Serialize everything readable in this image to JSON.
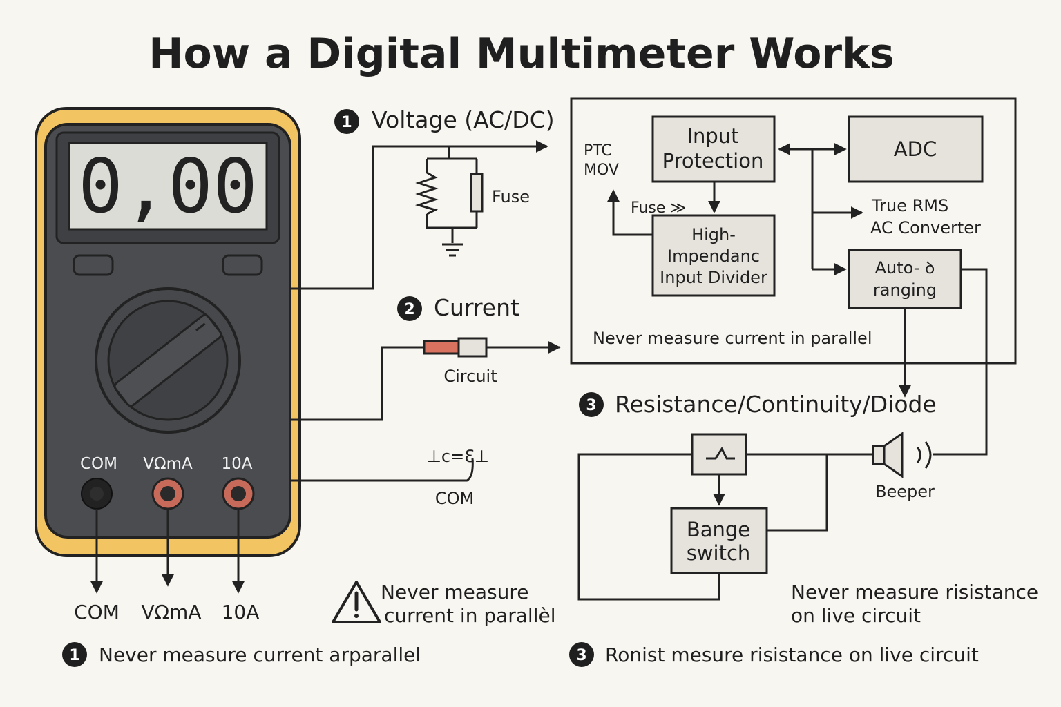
{
  "title": "How a Digital Multimeter Works",
  "colors": {
    "background": "#f8f6f0",
    "meter_holster": "#f2c462",
    "meter_body": "#4a4c4f",
    "lcd": "#dcdcd6",
    "probe_jack_red": "#c86a5a",
    "shunt_red": "#d9735f",
    "block_fill": "#e6e3dc"
  },
  "meter": {
    "display": "0,00",
    "jacks": [
      "COM",
      "VΩmA",
      "10A"
    ],
    "leads": [
      "COM",
      "VΩmA",
      "10A"
    ]
  },
  "sections": {
    "voltage": {
      "number": "1",
      "label": "Voltage (AC/DC)"
    },
    "current": {
      "number": "2",
      "label": "Current"
    },
    "resistance": {
      "number": "3",
      "label": "Resistance/Continuity/Diode"
    }
  },
  "labels": {
    "fuse": "Fuse",
    "circuit": "Circuit",
    "com": "COM",
    "com_symbol": "⊥c=ℇ⊥",
    "ptc": "PTC",
    "mov": "MOV",
    "fuse_arrow": "Fuse ≫",
    "beeper": "Beeper"
  },
  "blocks": {
    "input_protection": [
      "Input",
      "Protection"
    ],
    "adc": "ADC",
    "true_rms": [
      "True RMS",
      "AC Converter"
    ],
    "divider": [
      "High-",
      "Impendanc",
      "Input Divider"
    ],
    "autoranging": [
      "Auto- ꝺ",
      "ranging"
    ],
    "range_switch": [
      "Bange",
      "switch"
    ]
  },
  "warnings": {
    "box": "Never measure current in parallel",
    "triangle": [
      "Never measure",
      "current in parallèl"
    ],
    "resistance": [
      "Never measure risistance",
      "on live circuit"
    ]
  },
  "footer": {
    "left": {
      "number": "1",
      "text": "Never measure current  arparallel"
    },
    "right": {
      "number": "3",
      "text": "Ronist mesure risistance on live circuit"
    }
  }
}
